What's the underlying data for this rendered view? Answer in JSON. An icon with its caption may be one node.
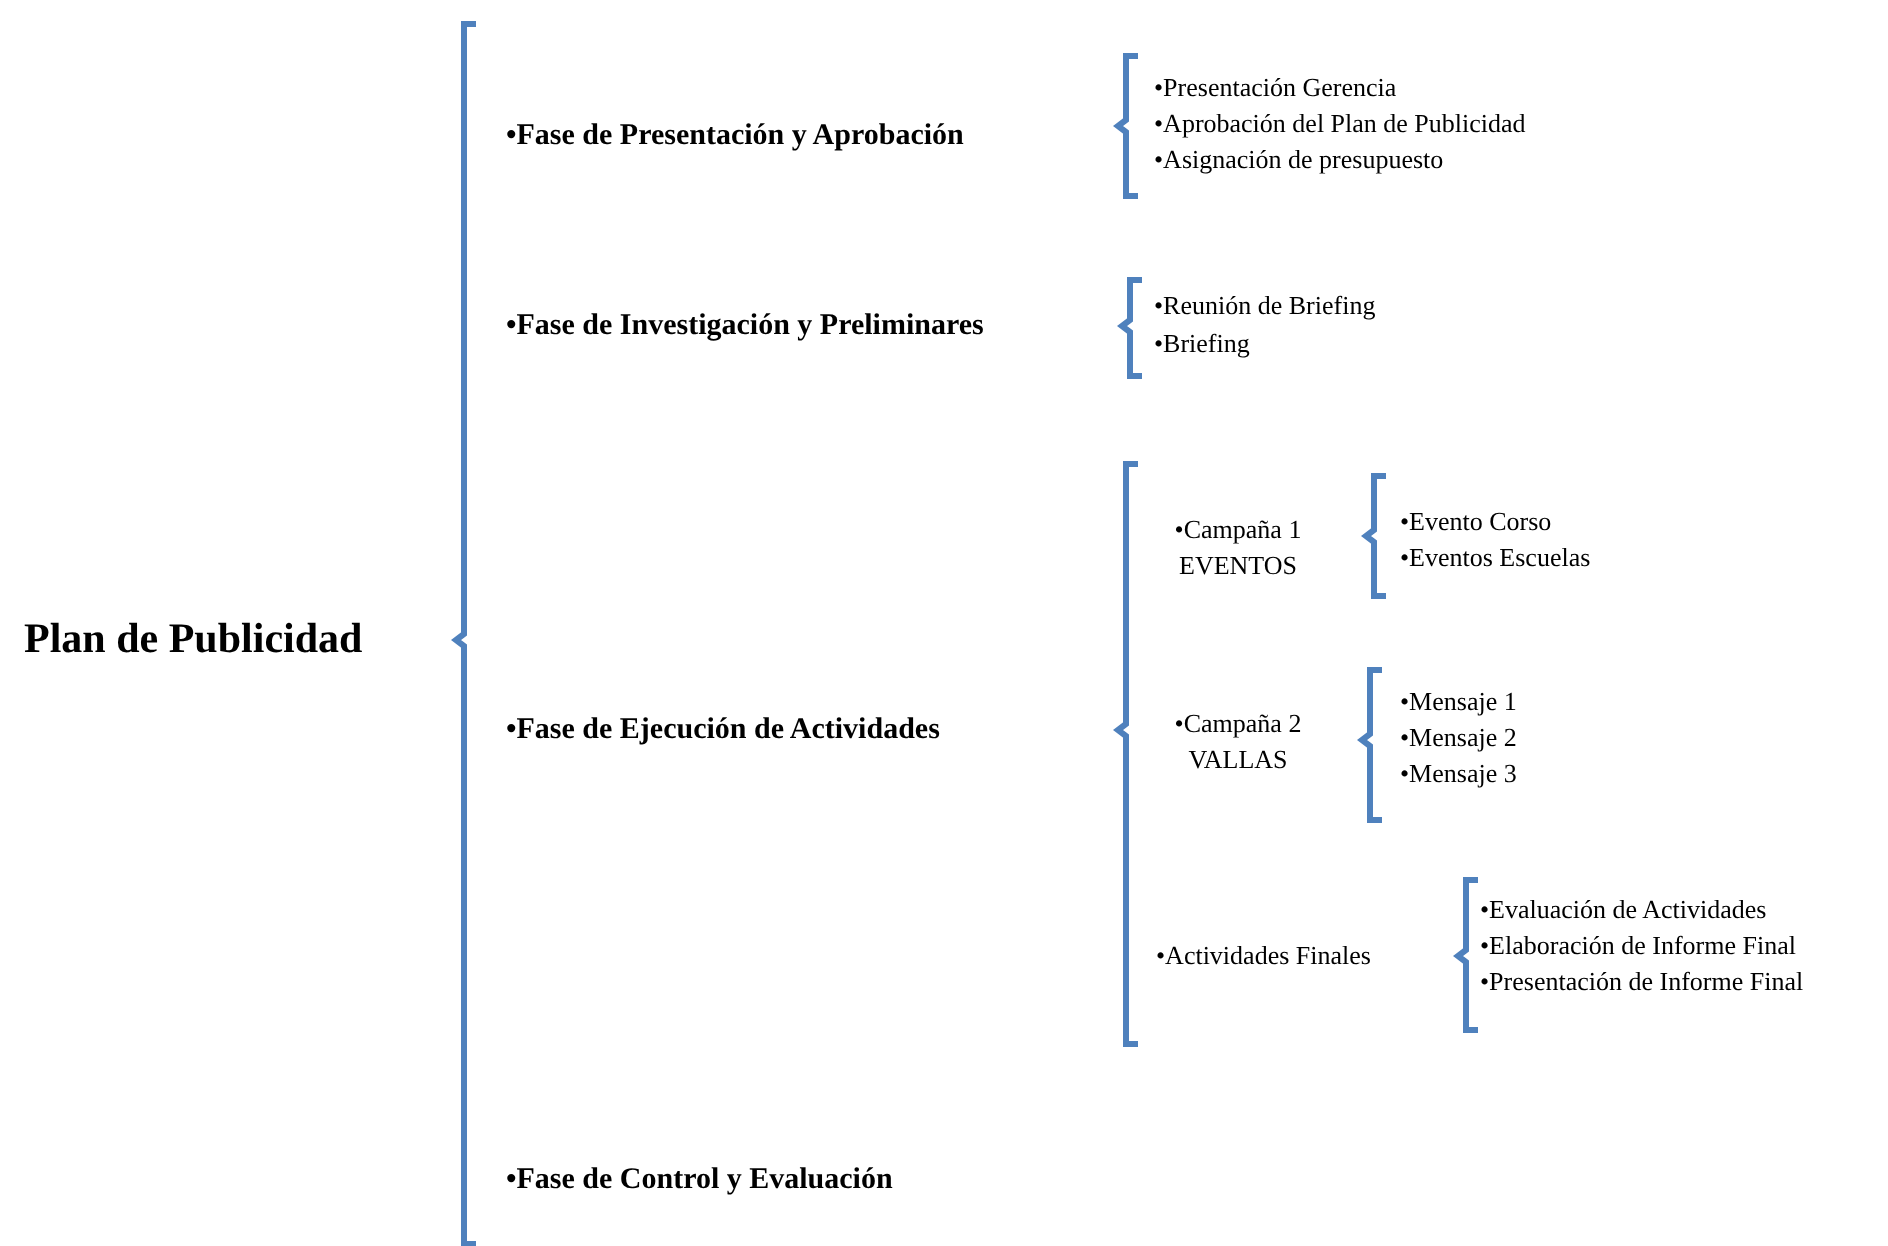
{
  "diagram": {
    "nodes": [
      {
        "text": [
          "Plan de Publicidad"
        ]
      },
      {
        "text": [
          "•Fase de Presentación y Aprobación"
        ]
      },
      {
        "text": [
          "•Presentación Gerencia"
        ]
      },
      {
        "text": [
          "•Aprobación del Plan de Publicidad"
        ]
      },
      {
        "text": [
          "•Asignación de presupuesto"
        ]
      },
      {
        "text": [
          "•Fase de Investigación y Preliminares"
        ]
      },
      {
        "text": [
          "•Reunión de Briefing"
        ]
      },
      {
        "text": [
          "•Briefing"
        ]
      },
      {
        "text": [
          "•Fase de Ejecución de Actividades"
        ]
      },
      {
        "text": [
          "•Campaña 1 EVENTOS"
        ]
      },
      {
        "text": [
          "•Evento Corso"
        ]
      },
      {
        "text": [
          "•Eventos Escuelas"
        ]
      },
      {
        "text": [
          "•Campaña 2 VALLAS"
        ]
      },
      {
        "text": [
          "•Mensaje 1"
        ]
      },
      {
        "text": [
          "•Mensaje 2"
        ]
      },
      {
        "text": [
          "•Mensaje 3"
        ]
      },
      {
        "text": [
          "•Actividades Finales"
        ]
      },
      {
        "text": [
          "•Evaluación de Actividades"
        ]
      },
      {
        "text": [
          "•Elaboración de Informe Final"
        ]
      },
      {
        "text": [
          "•Presentación de Informe Final"
        ]
      },
      {
        "text": [
          "•Fase de Control y Evaluación"
        ]
      }
    ]
  }
}
